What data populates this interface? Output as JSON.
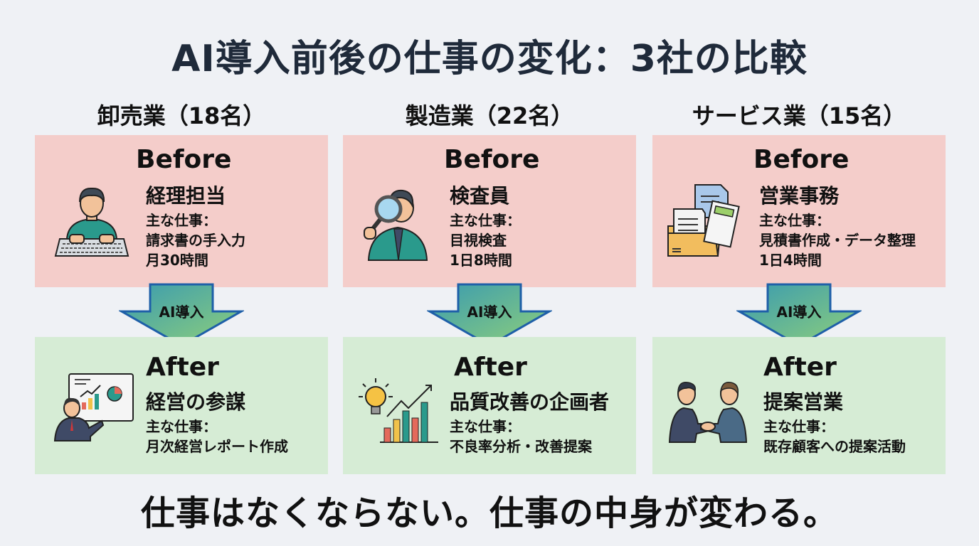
{
  "title": "AI導入前後の仕事の変化：3社の比較",
  "arrow_label": "AI導入",
  "footer": "仕事はなくならない。仕事の中身が変わる。",
  "colors": {
    "before_bg": "#f4cdca",
    "after_bg": "#d6ecd5",
    "arrow_start": "#3a9bb0",
    "arrow_end": "#8fd07a",
    "arrow_border": "#1e5fa8",
    "title": "#1f2a3a"
  },
  "companies": [
    {
      "header": "卸売業（18名）",
      "before": {
        "heading": "Before",
        "role": "経理担当",
        "work_label": "主な仕事：",
        "work": "請求書の手入力",
        "time": "月30時間",
        "icon": "person-typing-keyboard-icon"
      },
      "after": {
        "heading": "After",
        "role": "経営の参謀",
        "work_label": "主な仕事：",
        "work": "月次経営レポート作成",
        "icon": "presenter-chart-icon"
      }
    },
    {
      "header": "製造業（22名）",
      "before": {
        "heading": "Before",
        "role": "検査員",
        "work_label": "主な仕事：",
        "work": "目視検査",
        "time": "1日8時間",
        "icon": "inspector-magnifier-icon"
      },
      "after": {
        "heading": "After",
        "role": "品質改善の企画者",
        "work_label": "主な仕事：",
        "work": "不良率分析・改善提案",
        "icon": "lightbulb-growth-chart-icon"
      }
    },
    {
      "header": "サービス業（15名）",
      "before": {
        "heading": "Before",
        "role": "営業事務",
        "work_label": "主な仕事：",
        "work": "見積書作成・データ整理",
        "time": "1日4時間",
        "icon": "documents-calculator-icon"
      },
      "after": {
        "heading": "After",
        "role": "提案営業",
        "work_label": "主な仕事：",
        "work": "既存顧客への提案活動",
        "icon": "handshake-icon"
      }
    }
  ]
}
